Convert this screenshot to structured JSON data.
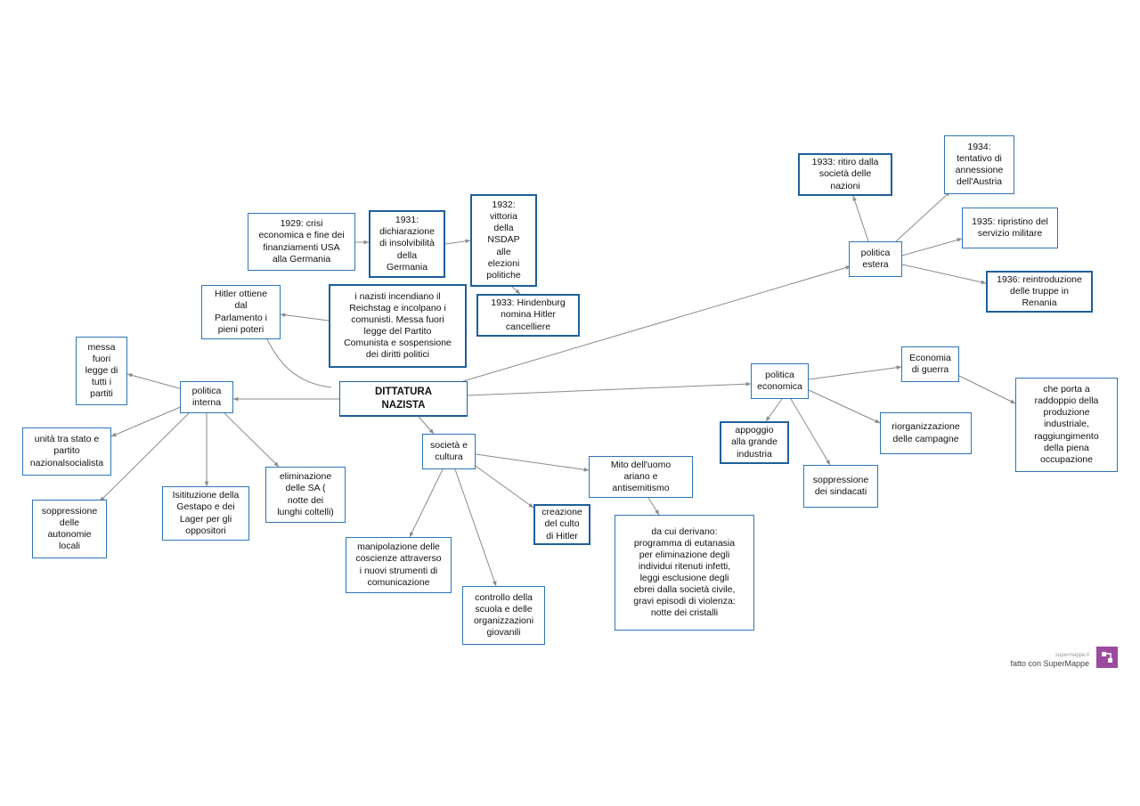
{
  "colors": {
    "border": "#2e75b6",
    "line": "#8a8a8a",
    "brand": "#9b4a9e"
  },
  "nodes": {
    "root": "DITTATURA\nNAZISTA",
    "politica_interna": "politica\ninterna",
    "messa_fuori": "messa\nfuori\nlegge di\ntutti i\npartiti",
    "unita": "unità tra stato e\npartito\nnazionalsocialista",
    "soppressione_autonomie": "soppressione\ndelle\nautonomie\nlocali",
    "gestapo": "Isitituzione della\nGestapo e dei\nLager per gli\noppositori",
    "eliminazione_sa": "eliminazione\ndelle SA (\nnotte dei\nlunghi coltelli)",
    "hitler_poteri": "Hitler ottiene\ndal\nParlamento i\npieni poteri",
    "reichstag": "i nazisti incendiano il\nReichstag e incolpano i\ncomunisti. Messa fuori\nlegge del Partito\nComunista e sospensione\ndei diritti politici",
    "crisi_1929": "1929: crisi\neconomica e fine dei\nfinanziamenti USA\nalla Germania",
    "insolvibilita_1931": "1931:\ndichiarazione\ndi insolvibilità\ndella\nGermania",
    "vittoria_1932": "1932:\nvittoria\ndella\nNSDAP\nalle\nelezioni\npolitiche",
    "hindenburg_1933": "1933: Hindenburg\nnomina Hitler\ncancelliere",
    "politica_estera": "politica\nestera",
    "ritiro_1933": "1933: ritiro dalla\nsocietà delle\nnazioni",
    "austria_1934": "1934:\ntentativo di\nannessione\ndell'Austria",
    "militare_1935": "1935: ripristino del\nservizio militare",
    "renania_1936": "1936: reintroduzione\ndelle truppe in\nRenania",
    "politica_economica": "politica\neconomica",
    "economia_guerra": "Economia\ndi guerra",
    "raddoppio": "che porta a\nraddoppio della\nproduzione\nindustriale,\nraggiungimento\ndella piena\noccupazione",
    "appoggio": "appoggio\nalla grande\nindustria",
    "riorganizzazione": "riorganizzazione\ndelle campagne",
    "soppressione_sindacati": "soppressione\ndei sindacati",
    "societa": "società e\ncultura",
    "mito": "Mito dell'uomo\nariano e\nantisemitismo",
    "eutanasia": "da cui derivano:\nprogramma di eutanasia\nper eliminazione degli\nindividui ritenuti infetti,\nleggi esclusione degli\nebrei dalla società civile,\ngravi episodi di violenza:\nnotte dei cristalli",
    "culto": "creazione\ndel culto\ndi Hitler",
    "manipolazione": "manipolazione delle\ncoscienze attraverso\ni nuovi strumenti di\ncomunicazione",
    "controllo_scuola": "controllo della\nscuola e delle\norganizzazioni\ngiovanili"
  },
  "brand": {
    "small": "supermappe.it",
    "text": "fatto con SuperMappe"
  }
}
